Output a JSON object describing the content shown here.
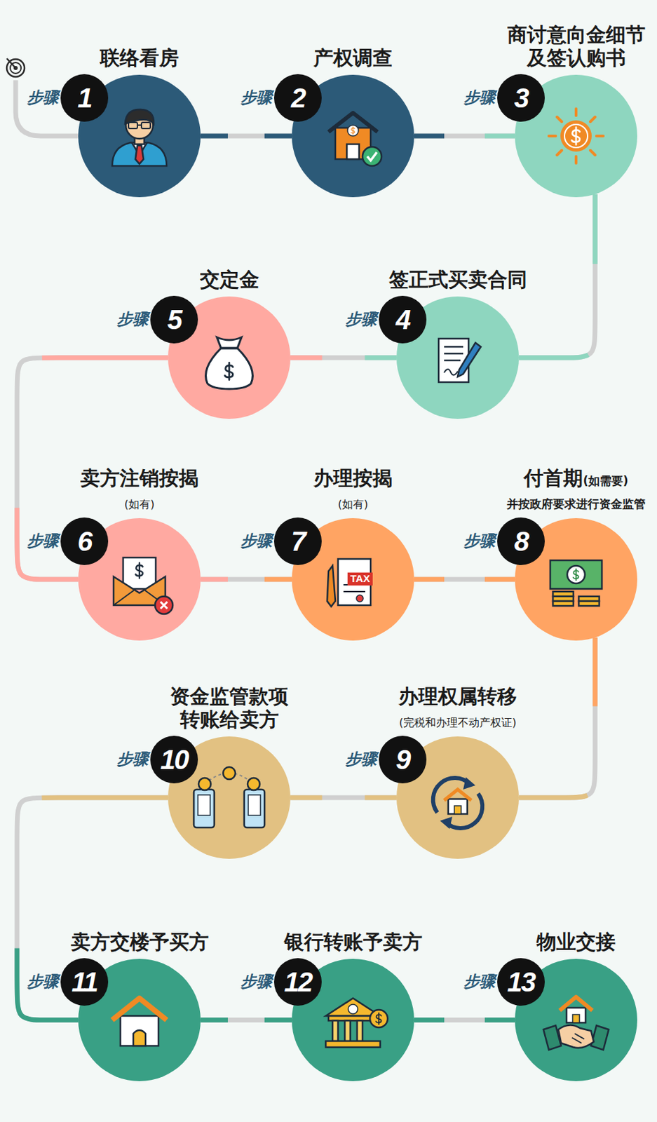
{
  "diagram": {
    "nodes": [
      {
        "text": [
          "联络看房",
          "步骤",
          "1"
        ]
      },
      {
        "text": [
          "产权调查",
          "步骤",
          "2"
        ]
      },
      {
        "text": [
          "商讨意向金细节 及签认购书",
          "步骤",
          "3"
        ]
      },
      {
        "text": [
          "签正式买卖合同",
          "步骤",
          "4"
        ]
      },
      {
        "text": [
          "交定金",
          "步骤",
          "5"
        ]
      },
      {
        "text": [
          "卖方注销按揭",
          "(如有)",
          "步骤",
          "6"
        ]
      },
      {
        "text": [
          "办理按揭",
          "(如有)",
          "步骤",
          "7"
        ]
      },
      {
        "text": [
          "付首期",
          "(如需要)",
          "并按政府要求进行资金监管",
          "步骤",
          "8"
        ]
      },
      {
        "text": [
          "办理权属转移",
          "(完税和办理不动产权证)",
          "步骤",
          "9"
        ]
      },
      {
        "text": [
          "资金监管款项 转账给卖方",
          "步骤",
          "10"
        ]
      },
      {
        "text": [
          "卖方交楼予买方",
          "步骤",
          "11"
        ]
      },
      {
        "text": [
          "银行转账予卖方",
          "步骤",
          "12"
        ]
      },
      {
        "text": [
          "物业交接",
          "步骤",
          "13"
        ]
      }
    ],
    "edges": [
      {
        "from": 0,
        "to": 1,
        "arrow": "none"
      },
      {
        "from": 1,
        "to": 2,
        "arrow": "none"
      },
      {
        "from": 2,
        "to": 3,
        "arrow": "none"
      },
      {
        "from": 3,
        "to": 4,
        "arrow": "none"
      },
      {
        "from": 4,
        "to": 5,
        "arrow": "none"
      },
      {
        "from": 5,
        "to": 6,
        "arrow": "none"
      },
      {
        "from": 6,
        "to": 7,
        "arrow": "none"
      },
      {
        "from": 7,
        "to": 8,
        "arrow": "none"
      },
      {
        "from": 8,
        "to": 9,
        "arrow": "none"
      },
      {
        "from": 9,
        "to": 10,
        "arrow": "none"
      },
      {
        "from": 10,
        "to": 11,
        "arrow": "none"
      },
      {
        "from": 11,
        "to": 12,
        "arrow": "none"
      }
    ],
    "labels": [
      "TAX"
    ]
  }
}
